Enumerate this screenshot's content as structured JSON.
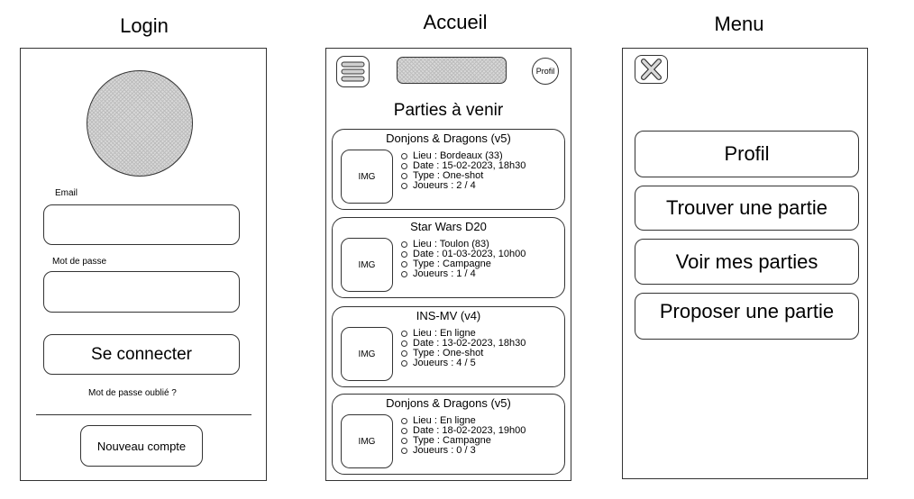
{
  "login": {
    "title": "Login",
    "email_label": "Email",
    "password_label": "Mot de passe",
    "connect_label": "Se connecter",
    "forgot_label": "Mot de passe oublié ?",
    "new_account_label": "Nouveau compte"
  },
  "accueil": {
    "title": "Accueil",
    "profile_label": "Profil",
    "section_title": "Parties à venir",
    "games": [
      {
        "title": "Donjons & Dragons (v5)",
        "img": "IMG",
        "details": [
          "Lieu : Bordeaux (33)",
          "Date : 15-02-2023, 18h30",
          "Type : One-shot",
          "Joueurs : 2 / 4"
        ]
      },
      {
        "title": "Star Wars D20",
        "img": "IMG",
        "details": [
          "Lieu : Toulon (83)",
          "Date : 01-03-2023, 10h00",
          "Type : Campagne",
          "Joueurs : 1 / 4"
        ]
      },
      {
        "title": "INS-MV (v4)",
        "img": "IMG",
        "details": [
          "Lieu : En ligne",
          "Date : 13-02-2023, 18h30",
          "Type : One-shot",
          "Joueurs : 4 / 5"
        ]
      },
      {
        "title": "Donjons & Dragons (v5)",
        "img": "IMG",
        "details": [
          "Lieu : En ligne",
          "Date : 18-02-2023, 19h00",
          "Type : Campagne",
          "Joueurs : 0 / 3"
        ]
      }
    ]
  },
  "menu": {
    "title": "Menu",
    "items": [
      "Profil",
      "Trouver une partie",
      "Voir mes parties",
      "Proposer une partie"
    ]
  }
}
